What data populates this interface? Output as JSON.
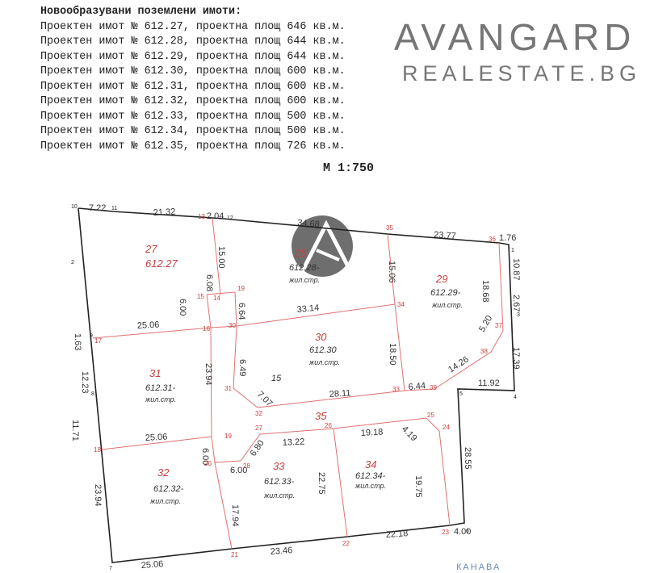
{
  "list": {
    "header": "Новообразувани поземлени имоти:",
    "items": [
      "Проектен имот № 612.27, проектна площ 646 кв.м.",
      "Проектен имот № 612.28, проектна площ 644 кв.м.",
      "Проектен имот № 612.29, проектна площ 644 кв.м.",
      "Проектен имот № 612.30, проектна площ 600 кв.м.",
      "Проектен имот № 612.31, проектна площ 600 кв.м.",
      "Проектен имот № 612.32, проектна площ 600 кв.м.",
      "Проектен имот № 612.33, проектна площ 500 кв.м.",
      "Проектен имот № 612.34, проектна площ 500 кв.м.",
      "Проектен имот № 612.35, проектна площ 726 кв.м."
    ]
  },
  "scale": "М 1:750",
  "watermark": {
    "line1": "AVANGARD",
    "line2": "REALESTATE.BG"
  },
  "plan": {
    "dimensions": [
      "7.22",
      "21.32",
      "2.04",
      "34.68",
      "23.77",
      "1.76",
      "10.87",
      "2.67",
      "17.39",
      "11.92",
      "28.55",
      "4.00",
      "22.18",
      "23.46",
      "25.06",
      "23.94",
      "11.71",
      "12.23",
      "1.63",
      "15.00",
      "6.08",
      "6.00",
      "6.64",
      "33.14",
      "25.06",
      "18.50",
      "15.06",
      "18.68",
      "5.20",
      "14.26",
      "6.44",
      "28.11",
      "7.07",
      "23.94",
      "6.49",
      "25.06",
      "6.00",
      "6.00",
      "6.80",
      "13.22",
      "19.18",
      "4.19",
      "22.75",
      "19.75",
      "17.94"
    ],
    "parcels": [
      {
        "num": "27",
        "id": "612.27"
      },
      {
        "num": "28",
        "id": "612.28-",
        "use": "жил.стр."
      },
      {
        "num": "29",
        "id": "612.29-",
        "use": "жил.стр."
      },
      {
        "num": "30",
        "id": "612.30",
        "use": "жил.стр."
      },
      {
        "num": "31",
        "id": "612.31-",
        "use": "жил.стр."
      },
      {
        "num": "32",
        "id": "612.32-",
        "use": "жил.стр."
      },
      {
        "num": "33",
        "id": "612.33-",
        "use": "жил.стр."
      },
      {
        "num": "34",
        "id": "612.34-",
        "use": "жил.стр."
      },
      {
        "num": "35"
      },
      {
        "num": "15"
      }
    ],
    "points_red": [
      "13",
      "14",
      "15",
      "19",
      "16",
      "30",
      "17",
      "34",
      "35",
      "36",
      "37",
      "38",
      "39",
      "33",
      "31",
      "32",
      "18",
      "19",
      "20",
      "28",
      "27",
      "26",
      "25",
      "24",
      "23",
      "22",
      "21"
    ],
    "points_black": [
      "10",
      "11",
      "12",
      "1",
      "3",
      "4",
      "5",
      "6",
      "7",
      "8",
      "9",
      "2"
    ],
    "street_label": "КАНАВА",
    "colors": {
      "outline": "#222222",
      "internal": "#e07070",
      "labels_red": "#d04040"
    }
  }
}
